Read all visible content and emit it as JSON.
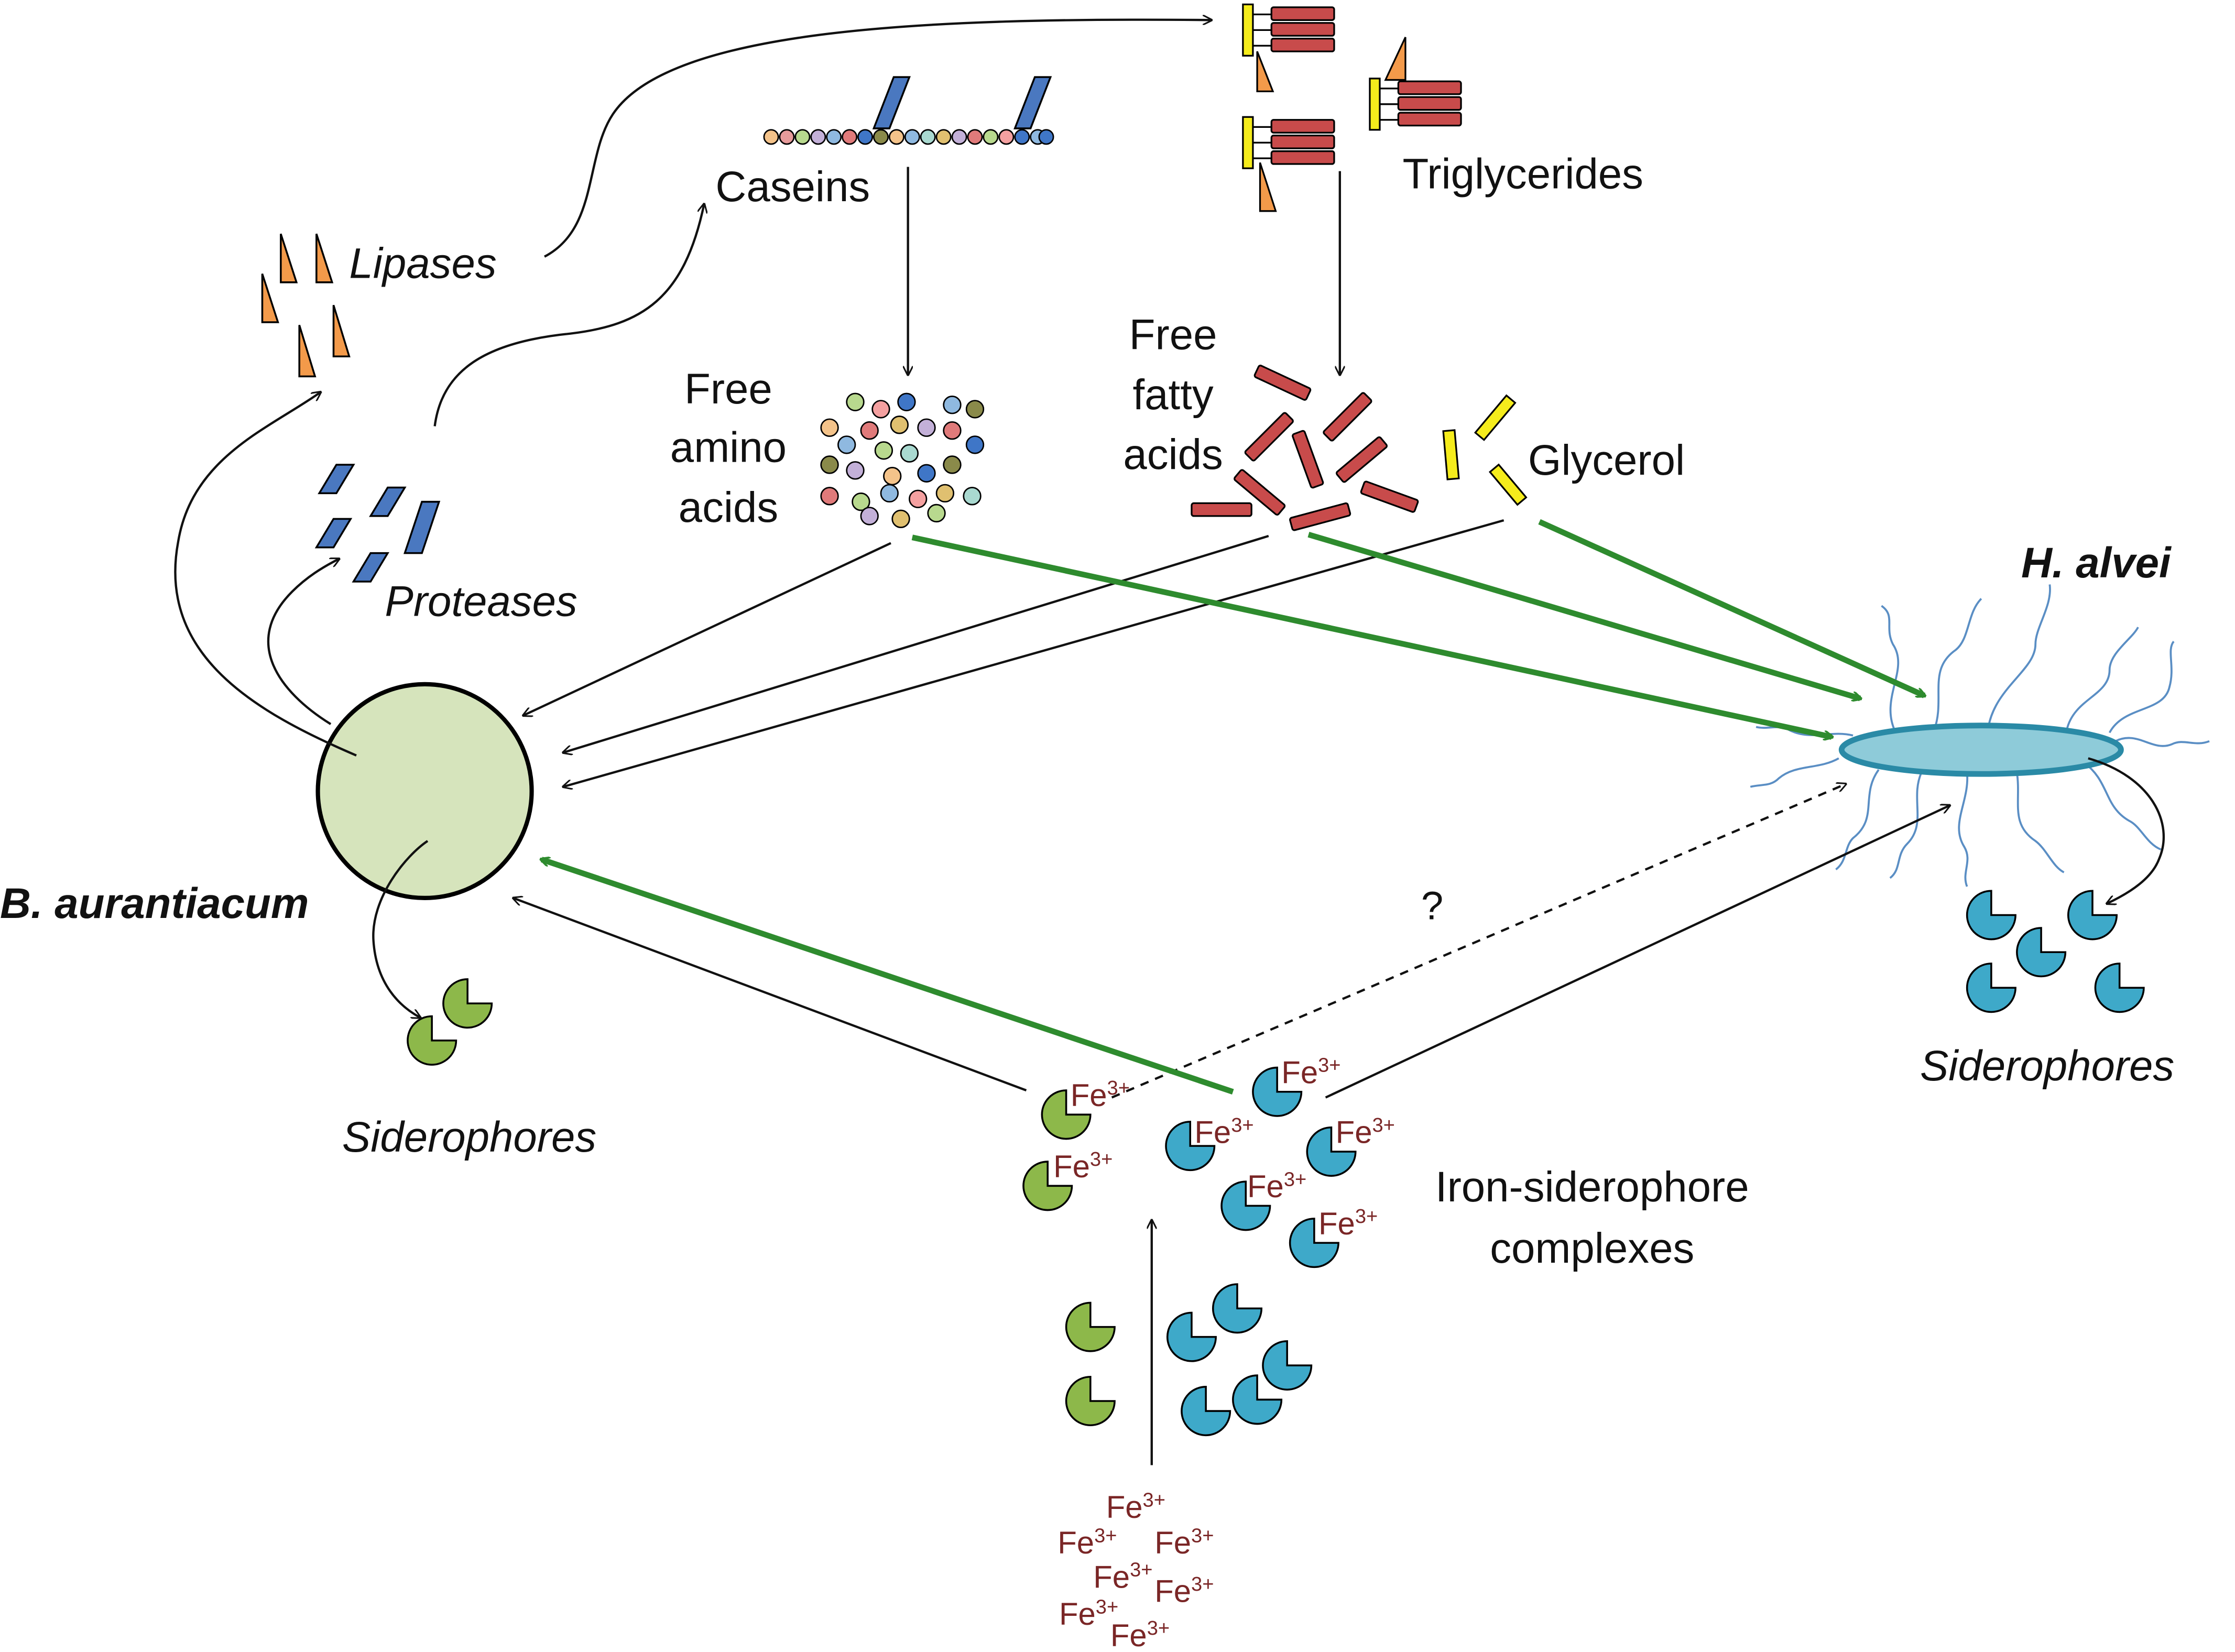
{
  "organisms": {
    "b_aurantiacum": "B. aurantiacum",
    "h_alvei": "H. alvei"
  },
  "labels": {
    "lipases": "Lipases",
    "proteases": "Proteases",
    "caseins": "Caseins",
    "triglycerides": "Triglycerides",
    "free_amino_acids": [
      "Free",
      "amino",
      "acids"
    ],
    "free_fatty_acids": [
      "Free",
      "fatty",
      "acids"
    ],
    "glycerol": "Glycerol",
    "siderophores_left": "Siderophores",
    "siderophores_right": "Siderophores",
    "iron_siderophore_complexes": [
      "Iron-siderophore",
      "complexes"
    ],
    "question_mark": "?",
    "iron_base": "Fe",
    "iron_charge": "3+"
  },
  "colors": {
    "b_aurantiacum_cell": "#d6e4bc",
    "h_alvei_cell": "#8ecbd9",
    "h_alvei_outline": "#2a8aa6",
    "flagella": "#5a8ec4",
    "green_arrow": "#2e8b2e",
    "black_arrow": "#111111",
    "lipase": "#f39a4a",
    "protease": "#4a78c0",
    "triglyceride_chain": "#c84b4b",
    "glycerol": "#f5ec1c",
    "green_siderophore": "#8db84a",
    "blue_siderophore": "#3ea9c9",
    "iron_text": "#7a2626"
  }
}
